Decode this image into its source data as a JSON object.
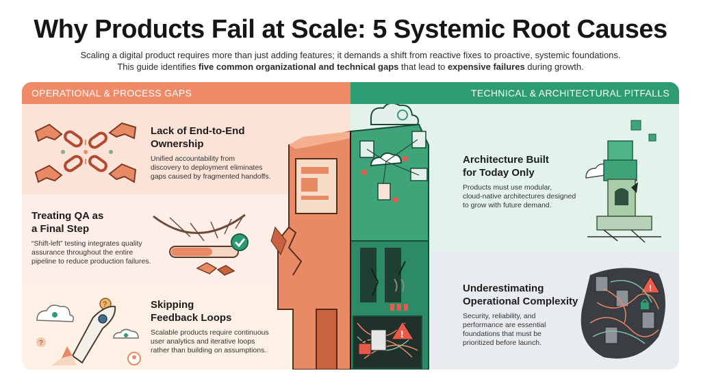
{
  "title": "Why Products Fail at Scale: 5 Systemic Root Causes",
  "subtitle": {
    "line1": "Scaling a digital product requires more than just adding features; it demands a shift from reactive fixes to proactive, systemic foundations.",
    "line2_a": "This guide identifies ",
    "line2_b": "five common organizational and technical gaps",
    "line2_c": " that lead to ",
    "line2_d": "expensive failures",
    "line2_e": " during growth."
  },
  "left": {
    "header": "Operational & Process Gaps",
    "items": [
      {
        "title1": "Lack of End-to-End",
        "title2": "Ownership",
        "desc1": "Unified accountability from",
        "desc2": "discovery to deployment eliminates",
        "desc3": "gaps caused by fragmented handoffs."
      },
      {
        "title1": "Treating QA as",
        "title2": "a Final Step",
        "desc1": "“Shift-left” testing integrates quality",
        "desc2": "assurance throughout the entire",
        "desc3": "pipeline to reduce production failures."
      },
      {
        "title1": "Skipping",
        "title2": "Feedback Loops",
        "desc1": "Scalable products require continuous",
        "desc2": "user analytics and iterative loops",
        "desc3": "rather than building on assumptions."
      }
    ]
  },
  "right": {
    "header": "Technical & Architectural Pitfalls",
    "items": [
      {
        "title1": "Architecture Built",
        "title2": "for Today Only",
        "desc1": "Products must use modular,",
        "desc2": "cloud-native architectures designed",
        "desc3": "to grow with future demand."
      },
      {
        "title1": "Underestimating",
        "title2": "Operational Complexity",
        "desc1": "Security, reliability, and",
        "desc2": "performance are essential",
        "desc3": "foundations that must be",
        "desc4": "prioritized before launch."
      }
    ]
  },
  "colors": {
    "orange": "#ee8a68",
    "green": "#2d9c72",
    "teal_dark": "#1f6f57"
  }
}
